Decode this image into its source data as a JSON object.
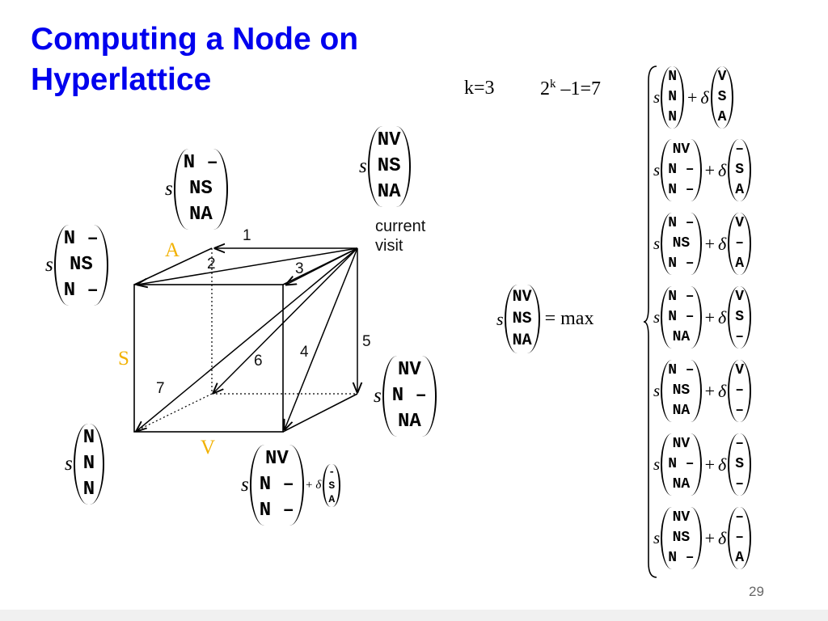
{
  "slide": {
    "title": "Computing a Node on Hyperlattice",
    "number": "29",
    "k_label": "k=3",
    "k_formula": {
      "base": "2",
      "exp": "k",
      "rest": " –1=7"
    }
  },
  "diagram": {
    "axis_labels": {
      "a": "A",
      "s": "S",
      "v": "V"
    },
    "current_visit": "current\nvisit",
    "edge_numbers": [
      "1",
      "2",
      "3",
      "4",
      "5",
      "6",
      "7"
    ],
    "color_axis": "#f2b100",
    "nodes": {
      "top_left": [
        "N –",
        "NS",
        "NA"
      ],
      "top_right": [
        "NV",
        "NS",
        "NA"
      ],
      "left": [
        "N –",
        "NS",
        "N –"
      ],
      "right": [
        "NV",
        "N –",
        "NA"
      ],
      "bottom_left": [
        "N",
        "N",
        "N"
      ],
      "bottom_mid": [
        "NV",
        "N –",
        "N –"
      ],
      "bottom_mid_delta": [
        "-",
        "S",
        "A"
      ]
    }
  },
  "equation": {
    "s_symbol": "s",
    "delta_symbol": "δ",
    "plus": "+",
    "equals": "=",
    "max": "max",
    "lhs": [
      "NV",
      "NS",
      "NA"
    ],
    "terms": [
      {
        "s": [
          "N",
          "N",
          "N"
        ],
        "d": [
          "V",
          "S",
          "A"
        ]
      },
      {
        "s": [
          "NV",
          "N –",
          "N –"
        ],
        "d": [
          "–",
          "S",
          "A"
        ]
      },
      {
        "s": [
          "N –",
          "NS",
          "N –"
        ],
        "d": [
          "V",
          "–",
          "A"
        ]
      },
      {
        "s": [
          "N –",
          "N –",
          "NA"
        ],
        "d": [
          "V",
          "S",
          "–"
        ]
      },
      {
        "s": [
          "N –",
          "NS",
          "NA"
        ],
        "d": [
          "V",
          "–",
          "–"
        ]
      },
      {
        "s": [
          "NV",
          "N –",
          "NA"
        ],
        "d": [
          "–",
          "S",
          "–"
        ]
      },
      {
        "s": [
          "NV",
          "NS",
          "N –"
        ],
        "d": [
          "–",
          "–",
          "A"
        ]
      }
    ]
  }
}
